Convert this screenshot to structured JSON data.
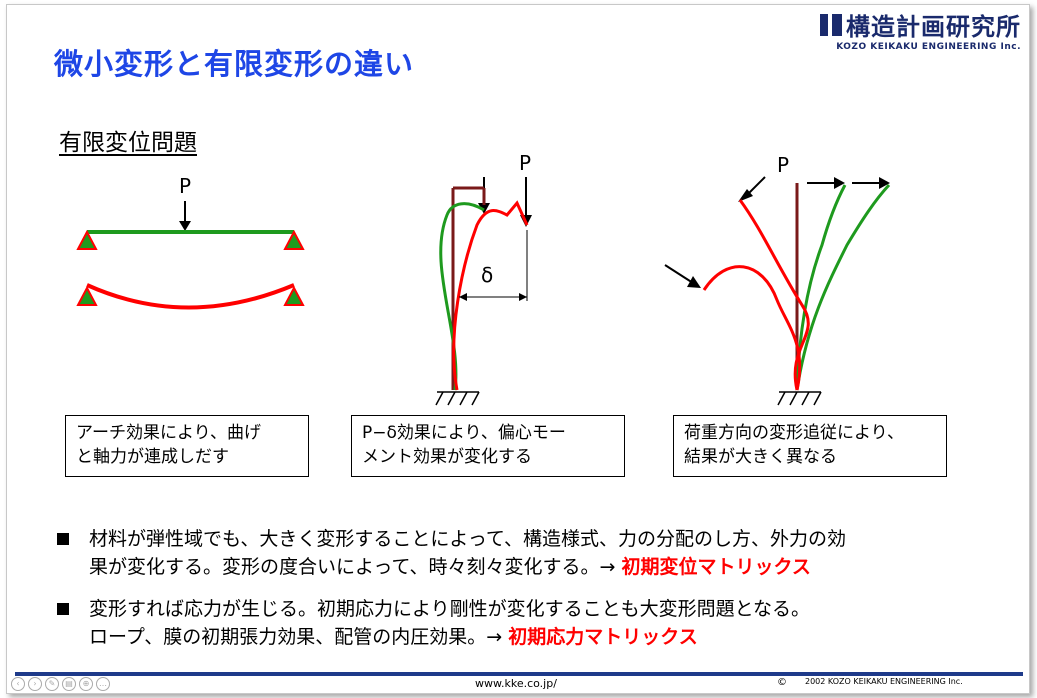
{
  "slide": {
    "title": "微小変形と有限変形の違い",
    "logo_main": "構造計画研究所",
    "logo_sub": "KOZO KEIKAKU ENGINEERING Inc.",
    "heading": "有限変位問題",
    "diagrams": {
      "load_label_1": "P",
      "load_label_2": "P",
      "delta_label": "δ",
      "load_label_3": "P"
    },
    "boxes": [
      {
        "line1": "アーチ効果により、曲げ",
        "line2": "と軸力が連成しだす"
      },
      {
        "line1": "P−δ効果により、偏心モー",
        "line2": "メント効果が変化する"
      },
      {
        "line1": "荷重方向の変形追従により、",
        "line2": "結果が大きく異なる"
      }
    ],
    "bullets": [
      {
        "line1": "材料が弾性域でも、大きく変形することによって、構造様式、力の分配のし方、外力の効",
        "line2_plain": "果が変化する。変形の度合いによって、時々刻々変化する。→ ",
        "line2_red": "初期変位マトリックス"
      },
      {
        "line1": "変形すれば応力が生じる。初期応力により剛性が変化することも大変形問題となる。",
        "line2_plain": "ロープ、膜の初期張力効果、配管の内圧効果。→ ",
        "line2_red": "初期応力マトリックス"
      }
    ],
    "footer": {
      "url": "www.kke.co.jp/",
      "copyright_symbol": "©",
      "copyright": "2002 KOZO KEIKAKU ENGINEERING Inc."
    }
  },
  "colors": {
    "title_blue": "#1e46e6",
    "green": "#1e9a1e",
    "red": "#ff0000",
    "dark_red": "#7a1a1a",
    "footer_bar": "#1e3a8a"
  }
}
